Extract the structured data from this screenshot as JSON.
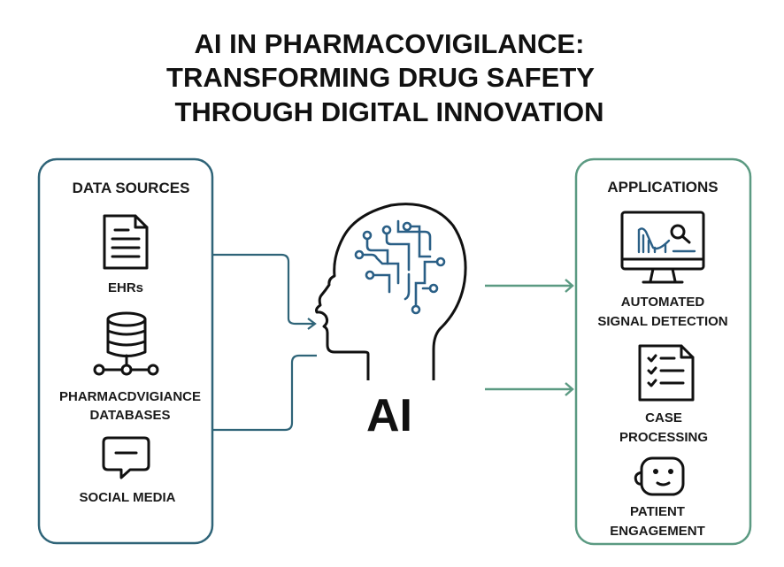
{
  "title": {
    "line1": "AI IN PHARMACOVIGILANCE:",
    "line2": "TRANSFORMING DRUG SAFETY",
    "line3": "THROUGH DIGITAL INNOVATION"
  },
  "data_sources": {
    "heading": "DATA SOURCES",
    "items": [
      {
        "icon": "document-icon",
        "label": "EHRs"
      },
      {
        "icon": "database-icon",
        "label_line1": "PHARMACDVIGIANCE",
        "label_line2": "DATABASES"
      },
      {
        "icon": "chat-bubble-icon",
        "label": "SOCIAL MEDIA"
      }
    ]
  },
  "center": {
    "icon": "ai-head-circuit-icon",
    "label": "AI"
  },
  "applications": {
    "heading": "APPLICATIONS",
    "items": [
      {
        "icon": "monitor-chart-search-icon",
        "label_line1": "AUTOMATED",
        "label_line2": "SIGNAL DETECTION"
      },
      {
        "icon": "checklist-icon",
        "label_line1": "CASE",
        "label_line2": "PROCESSING"
      },
      {
        "icon": "robot-face-icon",
        "label_line1": "PATIENT",
        "label_line2": "ENGAGEMENT"
      }
    ]
  },
  "colors": {
    "left_accent": "#2f6478",
    "right_accent": "#5b9a82",
    "circuit": "#2a5f86"
  }
}
